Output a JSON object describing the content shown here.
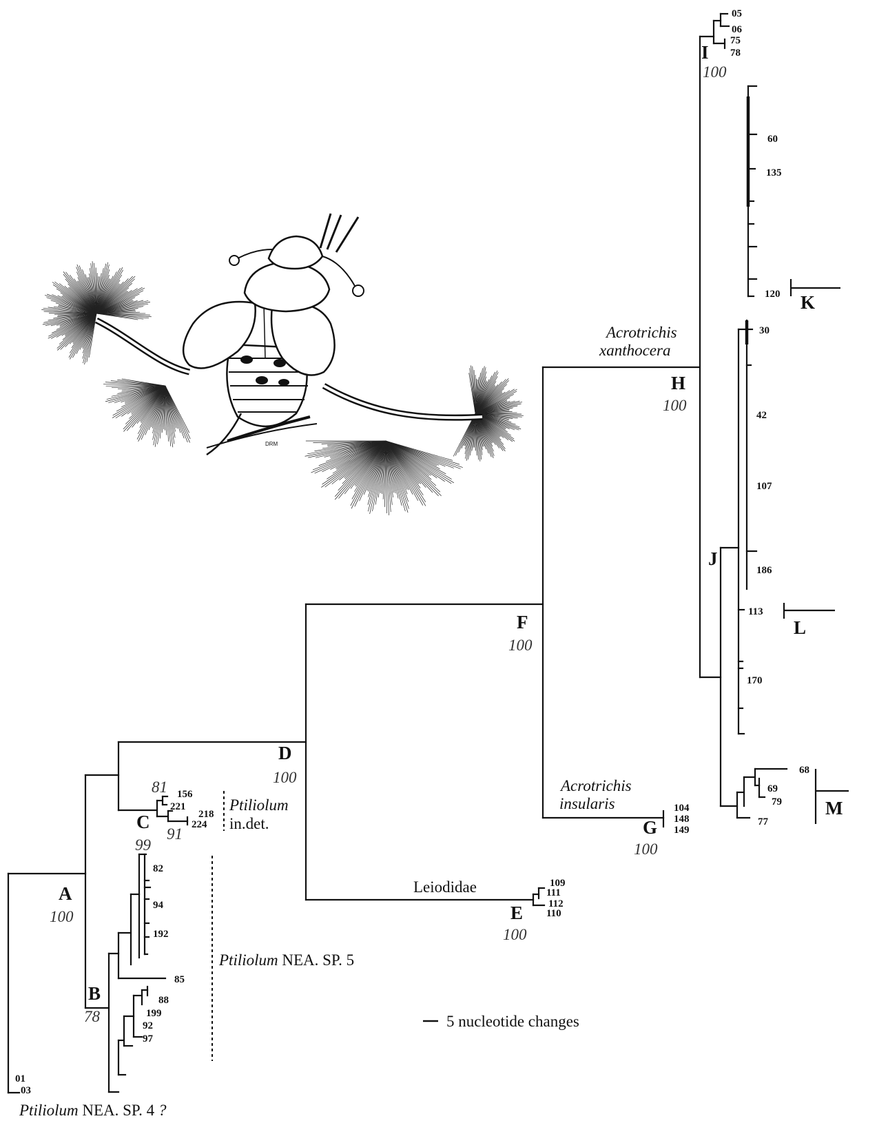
{
  "figure": {
    "tip_labels": {
      "t05": "05",
      "t06": "06",
      "t75": "75",
      "t78": "78",
      "t60": "60",
      "t135": "135",
      "t120": "120",
      "t30": "30",
      "t42": "42",
      "t107": "107",
      "t186": "186",
      "t113": "113",
      "t170": "170",
      "t68": "68",
      "t69": "69",
      "t79": "79",
      "t77": "77",
      "t104": "104",
      "t148": "148",
      "t149": "149",
      "t109": "109",
      "t111": "111",
      "t112": "112",
      "t110": "110",
      "t156": "156",
      "t221": "221",
      "t218": "218",
      "t224": "224",
      "t82": "82",
      "t94": "94",
      "t192": "192",
      "t85": "85",
      "t88": "88",
      "t199": "199",
      "t92": "92",
      "t97": "97",
      "t01": "01",
      "t03": "03"
    },
    "clades": {
      "A": {
        "label": "A",
        "support": "100"
      },
      "B": {
        "label": "B",
        "support": "78"
      },
      "C": {
        "label": "C",
        "support": "99",
        "support_inner_1": "81",
        "support_inner_2": "91"
      },
      "D": {
        "label": "D",
        "support": "100"
      },
      "E": {
        "label": "E",
        "support": "100"
      },
      "F": {
        "label": "F",
        "support": "100"
      },
      "G": {
        "label": "G",
        "support": "100"
      },
      "H": {
        "label": "H",
        "support": "100"
      },
      "I": {
        "label": "I",
        "support": "100"
      },
      "J": {
        "label": "J"
      },
      "K": {
        "label": "K"
      },
      "L": {
        "label": "L"
      },
      "M": {
        "label": "M"
      }
    },
    "taxa": {
      "xanthocera_genus": "Acrotrichis",
      "xanthocera_species": "xanthocera",
      "insularis_genus": "Acrotrichis",
      "insularis_species": "insularis",
      "leiodidae": "Leiodidae",
      "ptiliolum_indet_genus": "Ptiliolum",
      "ptiliolum_indet_rest": "in.det.",
      "sp5_genus": "Ptiliolum",
      "sp5_rest": "NEA. SP. 5",
      "sp4_genus": "Ptiliolum",
      "sp4_rest": "NEA. SP. 4",
      "sp4_query": "?"
    },
    "scale_bar_label": "5 nucleotide changes"
  }
}
